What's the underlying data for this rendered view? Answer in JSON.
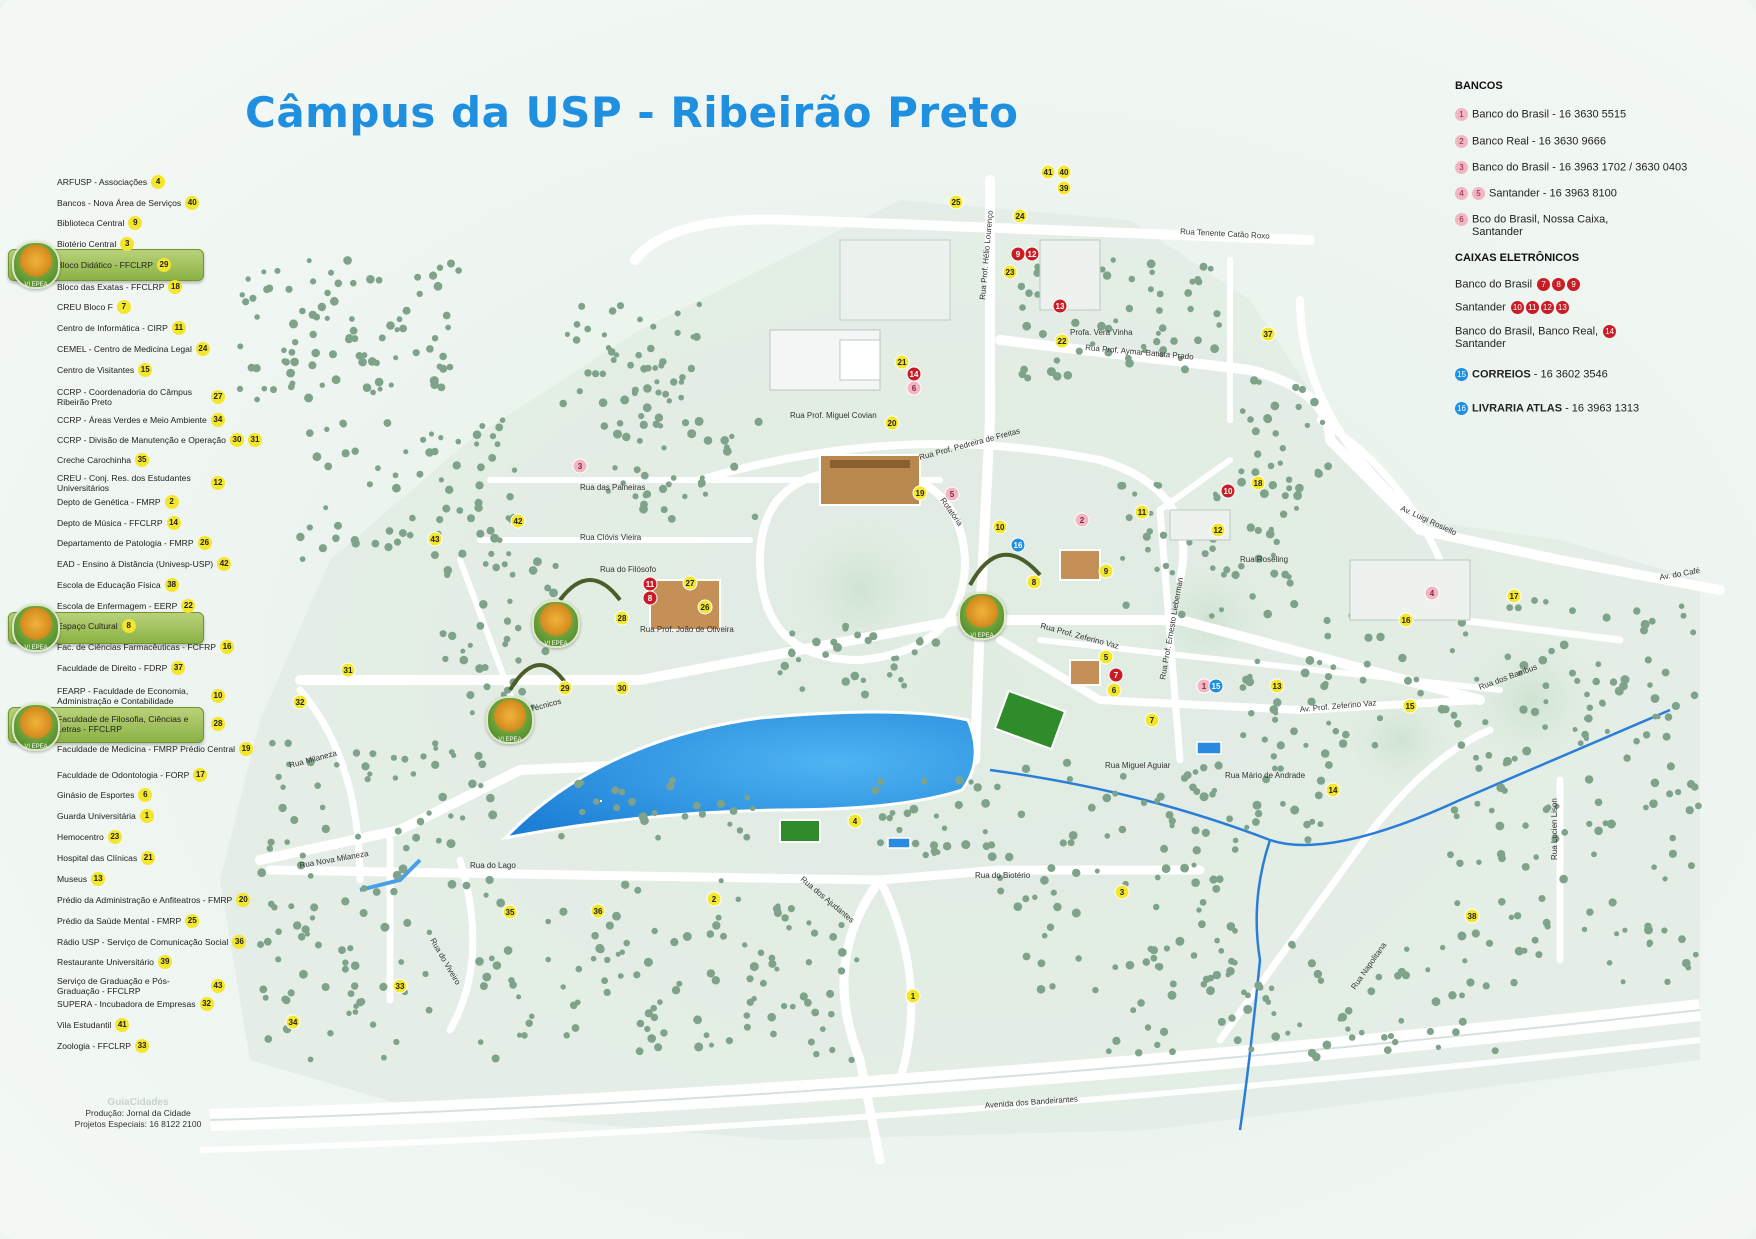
{
  "title": "Câmpus da USP - Ribeirão Preto",
  "legend": [
    {
      "label": "ARFUSP - Associações",
      "num": "4"
    },
    {
      "label": "Bancos - Nova Área de Serviços",
      "num": "40"
    },
    {
      "label": "Biblioteca Central",
      "num": "9"
    },
    {
      "label": "Biotério Central",
      "num": "3"
    },
    {
      "label": "Bloco Didático - FFCLRP",
      "num": "29",
      "highlight": true
    },
    {
      "label": "Bloco das Exatas - FFCLRP",
      "num": "18"
    },
    {
      "label": "CREU Bloco F",
      "num": "7"
    },
    {
      "label": "Centro de Informática - CIRP",
      "num": "11"
    },
    {
      "label": "CEMEL - Centro de Medicina Legal",
      "num": "24"
    },
    {
      "label": "Centro de Visitantes",
      "num": "15"
    },
    {
      "label": "CCRP - Coordenadoria do Câmpus Ribeirão Preto",
      "num": "27"
    },
    {
      "label": "CCRP - Áreas Verdes e Meio Ambiente",
      "num": "34"
    },
    {
      "label": "CCRP - Divisão de Manutenção e Operação",
      "num": "30",
      "num2": "31"
    },
    {
      "label": "Creche Carochinha",
      "num": "35"
    },
    {
      "label": "CREU - Conj. Res. dos Estudantes Universitários",
      "num": "12"
    },
    {
      "label": "Depto de Genética - FMRP",
      "num": "2"
    },
    {
      "label": "Depto de Música - FFCLRP",
      "num": "14"
    },
    {
      "label": "Departamento de Patologia - FMRP",
      "num": "26"
    },
    {
      "label": "EAD - Ensino à Distância (Univesp-USP)",
      "num": "42"
    },
    {
      "label": "Escola de Educação Física",
      "num": "38"
    },
    {
      "label": "Escola de Enfermagem - EERP",
      "num": "22"
    },
    {
      "label": "Espaço Cultural",
      "num": "8",
      "highlight": true
    },
    {
      "label": "Fac. de Ciências Farmacêuticas - FCFRP",
      "num": "16"
    },
    {
      "label": "Faculdade de Direito - FDRP",
      "num": "37"
    },
    {
      "label": "FEARP - Faculdade de Economia, Administração e Contabilidade",
      "num": "10"
    },
    {
      "label": "Faculdade de Filosofia, Ciências e Letras - FFCLRP",
      "num": "28",
      "highlight": true
    },
    {
      "label": "Faculdade de Medicina - FMRP Prédio Central",
      "num": "19"
    },
    {
      "label": "Faculdade de Odontologia - FORP",
      "num": "17"
    },
    {
      "label": "Ginásio de Esportes",
      "num": "6"
    },
    {
      "label": "Guarda Universitária",
      "num": "1"
    },
    {
      "label": "Hemocentro",
      "num": "23"
    },
    {
      "label": "Hospital das Clínicas",
      "num": "21"
    },
    {
      "label": "Museus",
      "num": "13"
    },
    {
      "label": "Prédio da Administração e Anfiteatros - FMRP",
      "num": "20"
    },
    {
      "label": "Prédio da Saúde Mental - FMRP",
      "num": "25"
    },
    {
      "label": "Rádio USP - Serviço de Comunicação Social",
      "num": "36"
    },
    {
      "label": "Restaurante Universitário",
      "num": "39"
    },
    {
      "label": "Serviço de Graduação e Pós-Graduação - FFCLRP",
      "num": "43"
    },
    {
      "label": "SUPERA - Incubadora de Empresas",
      "num": "32"
    },
    {
      "label": "Vila Estudantil",
      "num": "41"
    },
    {
      "label": "Zoologia - FFCLRP",
      "num": "33"
    }
  ],
  "tree_icon_label": "VI EPEA",
  "credits": {
    "brand": "GuiaCidades",
    "line1": "Produção: Jornal da Cidade",
    "line2": "Projetos Especiais: 16 8122 2100"
  },
  "info": {
    "banks_heading": "BANCOS",
    "banks": [
      {
        "nums": [
          "1"
        ],
        "text": "Banco do Brasil - 16 3630 5515"
      },
      {
        "nums": [
          "2"
        ],
        "text": "Banco Real - 16 3630 9666"
      },
      {
        "nums": [
          "3"
        ],
        "text": "Banco do Brasil - 16 3963 1702 / 3630 0403"
      },
      {
        "nums": [
          "4",
          "5"
        ],
        "text": "Santander - 16 3963 8100"
      },
      {
        "nums": [
          "6"
        ],
        "text": "Bco do Brasil, Nossa Caixa,",
        "text2": "Santander"
      }
    ],
    "atm_heading": "CAIXAS ELETRÔNICOS",
    "atms": [
      {
        "text": "Banco do Brasil",
        "nums": [
          "7",
          "8",
          "9"
        ]
      },
      {
        "text": "Santander",
        "nums": [
          "10",
          "11",
          "12",
          "13"
        ]
      },
      {
        "text": "Banco do Brasil, Banco Real,",
        "text2": "Santander",
        "nums": [
          "14"
        ]
      }
    ],
    "correios": {
      "num": "15",
      "name": "CORREIOS",
      "phone": " - 16 3602 3546"
    },
    "livraria": {
      "num": "16",
      "name": "LIVRARIA ATLAS",
      "phone": " - 16 3963 1313"
    }
  },
  "streets": [
    "Rua Tenente Catão Roxo",
    "Rua Prof. Aymar Batista Prado",
    "Profa. Vera Vinha",
    "Rua Prof. Miguel Covian",
    "Rua das Paineiras",
    "Rua Clóvis Vieira",
    "Rua do Filósofo",
    "Rua Prof. João de Oliveira",
    "Rua Prof. Pedreira de Freitas",
    "Rotatória",
    "Av. Luigi Rosiello",
    "Rua Roseling",
    "Rua Prof. Zeferino Vaz",
    "Av. do Café",
    "Rua dos Bambus",
    "Av. Prof. Zeferino Vaz",
    "Rua Miguel Aguiar",
    "Rua Mário de Andrade",
    "Rua Lucien Lison",
    "Rua Nova Milaneza",
    "Rua Milaneza",
    "Rua dos Técnicos",
    "Rua do Lago",
    "Rua do Biotério",
    "Rua dos Ajudantes",
    "Avenida dos Bandeirantes",
    "Rua Napolitana",
    "Rua do Viveiro",
    "Rua Prof. Hélio Lourenço",
    "Rua Prof. Ernesto Lieberman"
  ],
  "markers": [
    {
      "n": "41",
      "c": "y"
    },
    {
      "n": "40",
      "c": "y"
    },
    {
      "n": "39",
      "c": "y"
    },
    {
      "n": "25",
      "c": "y"
    },
    {
      "n": "24",
      "c": "y"
    },
    {
      "n": "9",
      "c": "r"
    },
    {
      "n": "12",
      "c": "r"
    },
    {
      "n": "23",
      "c": "y"
    },
    {
      "n": "13",
      "c": "r"
    },
    {
      "n": "22",
      "c": "y"
    },
    {
      "n": "37",
      "c": "y"
    },
    {
      "n": "21",
      "c": "y"
    },
    {
      "n": "14",
      "c": "r"
    },
    {
      "n": "6",
      "c": "p"
    },
    {
      "n": "20",
      "c": "y"
    },
    {
      "n": "3",
      "c": "p"
    },
    {
      "n": "19",
      "c": "y"
    },
    {
      "n": "5",
      "c": "p"
    },
    {
      "n": "42",
      "c": "y"
    },
    {
      "n": "43",
      "c": "y"
    },
    {
      "n": "10",
      "c": "y"
    },
    {
      "n": "16",
      "c": "b"
    },
    {
      "n": "2",
      "c": "p"
    },
    {
      "n": "11",
      "c": "y"
    },
    {
      "n": "10",
      "c": "r"
    },
    {
      "n": "18",
      "c": "y"
    },
    {
      "n": "12",
      "c": "y"
    },
    {
      "n": "8",
      "c": "y"
    },
    {
      "n": "9",
      "c": "y"
    },
    {
      "n": "11",
      "c": "r"
    },
    {
      "n": "8",
      "c": "r"
    },
    {
      "n": "27",
      "c": "y"
    },
    {
      "n": "26",
      "c": "y"
    },
    {
      "n": "28",
      "c": "y"
    },
    {
      "n": "4",
      "c": "p"
    },
    {
      "n": "17",
      "c": "y"
    },
    {
      "n": "16",
      "c": "y"
    },
    {
      "n": "5",
      "c": "y"
    },
    {
      "n": "7",
      "c": "r"
    },
    {
      "n": "6",
      "c": "y"
    },
    {
      "n": "1",
      "c": "p"
    },
    {
      "n": "15",
      "c": "b"
    },
    {
      "n": "13",
      "c": "y"
    },
    {
      "n": "15",
      "c": "y"
    },
    {
      "n": "7",
      "c": "y"
    },
    {
      "n": "31",
      "c": "y"
    },
    {
      "n": "32",
      "c": "y"
    },
    {
      "n": "29",
      "c": "y"
    },
    {
      "n": "30",
      "c": "y"
    },
    {
      "n": "14",
      "c": "y"
    },
    {
      "n": "4",
      "c": "y"
    },
    {
      "n": "2",
      "c": "y"
    },
    {
      "n": "3",
      "c": "y"
    },
    {
      "n": "35",
      "c": "y"
    },
    {
      "n": "36",
      "c": "y"
    },
    {
      "n": "38",
      "c": "y"
    },
    {
      "n": "1",
      "c": "y"
    },
    {
      "n": "33",
      "c": "y"
    },
    {
      "n": "34",
      "c": "y"
    }
  ],
  "colors": {
    "title": "#1f8fe0",
    "lake": "#3aa0e8",
    "road": "#ffffff",
    "badge_yellow": "#f4e62a",
    "badge_red": "#c81d25",
    "badge_pink": "#f3b5c3",
    "badge_blue": "#1f8fe0"
  }
}
